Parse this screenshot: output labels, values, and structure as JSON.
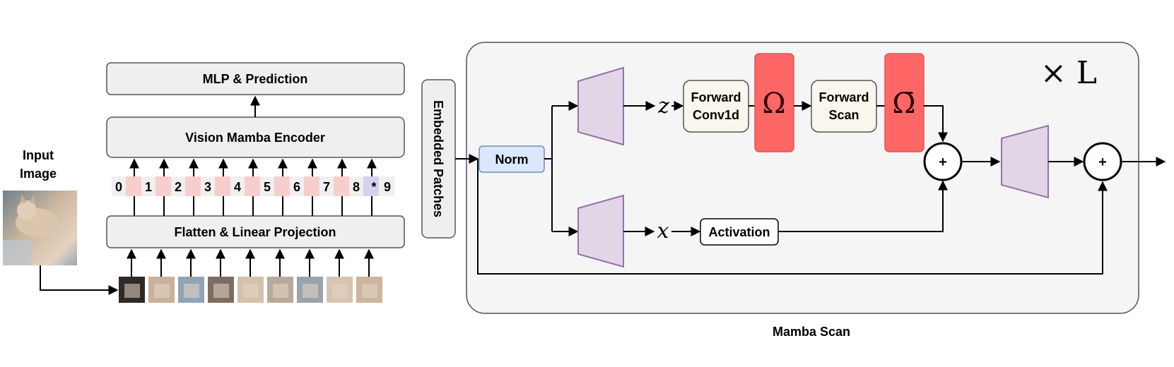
{
  "left": {
    "input_image_line1": "Input",
    "input_image_line2": "Image",
    "mlp_label": "MLP & Prediction",
    "encoder_label": "Vision Mamba Encoder",
    "projection_label": "Flatten & Linear Projection",
    "tokens": [
      "0",
      "1",
      "2",
      "3",
      "4",
      "5",
      "6",
      "7",
      "8",
      "*",
      "9"
    ]
  },
  "embedded_patches_label": "Embedded Patches",
  "scan": {
    "title": "Mamba Scan",
    "repeat_label": "× L",
    "norm_label": "Norm",
    "z_label": "z",
    "x_label": "x",
    "conv_line1": "Forward",
    "conv_line2": "Conv1d",
    "omega_label": "Ω",
    "scan_line1": "Forward",
    "scan_line2": "Scan",
    "omega_bar_label": "Ω̄",
    "activation_label": "Activation",
    "plus_label": "+"
  },
  "colors": {
    "box_fill": "#efefef",
    "box_stroke": "#555555",
    "norm_fill": "#dbe8fb",
    "norm_stroke": "#6c8ebf",
    "trapezoid_fill": "#e1d5e7",
    "trapezoid_stroke": "#9673a6",
    "omega_fill": "#ff6666",
    "omega_stroke": "#e05555",
    "pill_fill": "#f9f7ed",
    "panel_fill": "#f5f5f5",
    "token_pink": "#f8cecc",
    "token_blue": "#d3d3ec"
  }
}
